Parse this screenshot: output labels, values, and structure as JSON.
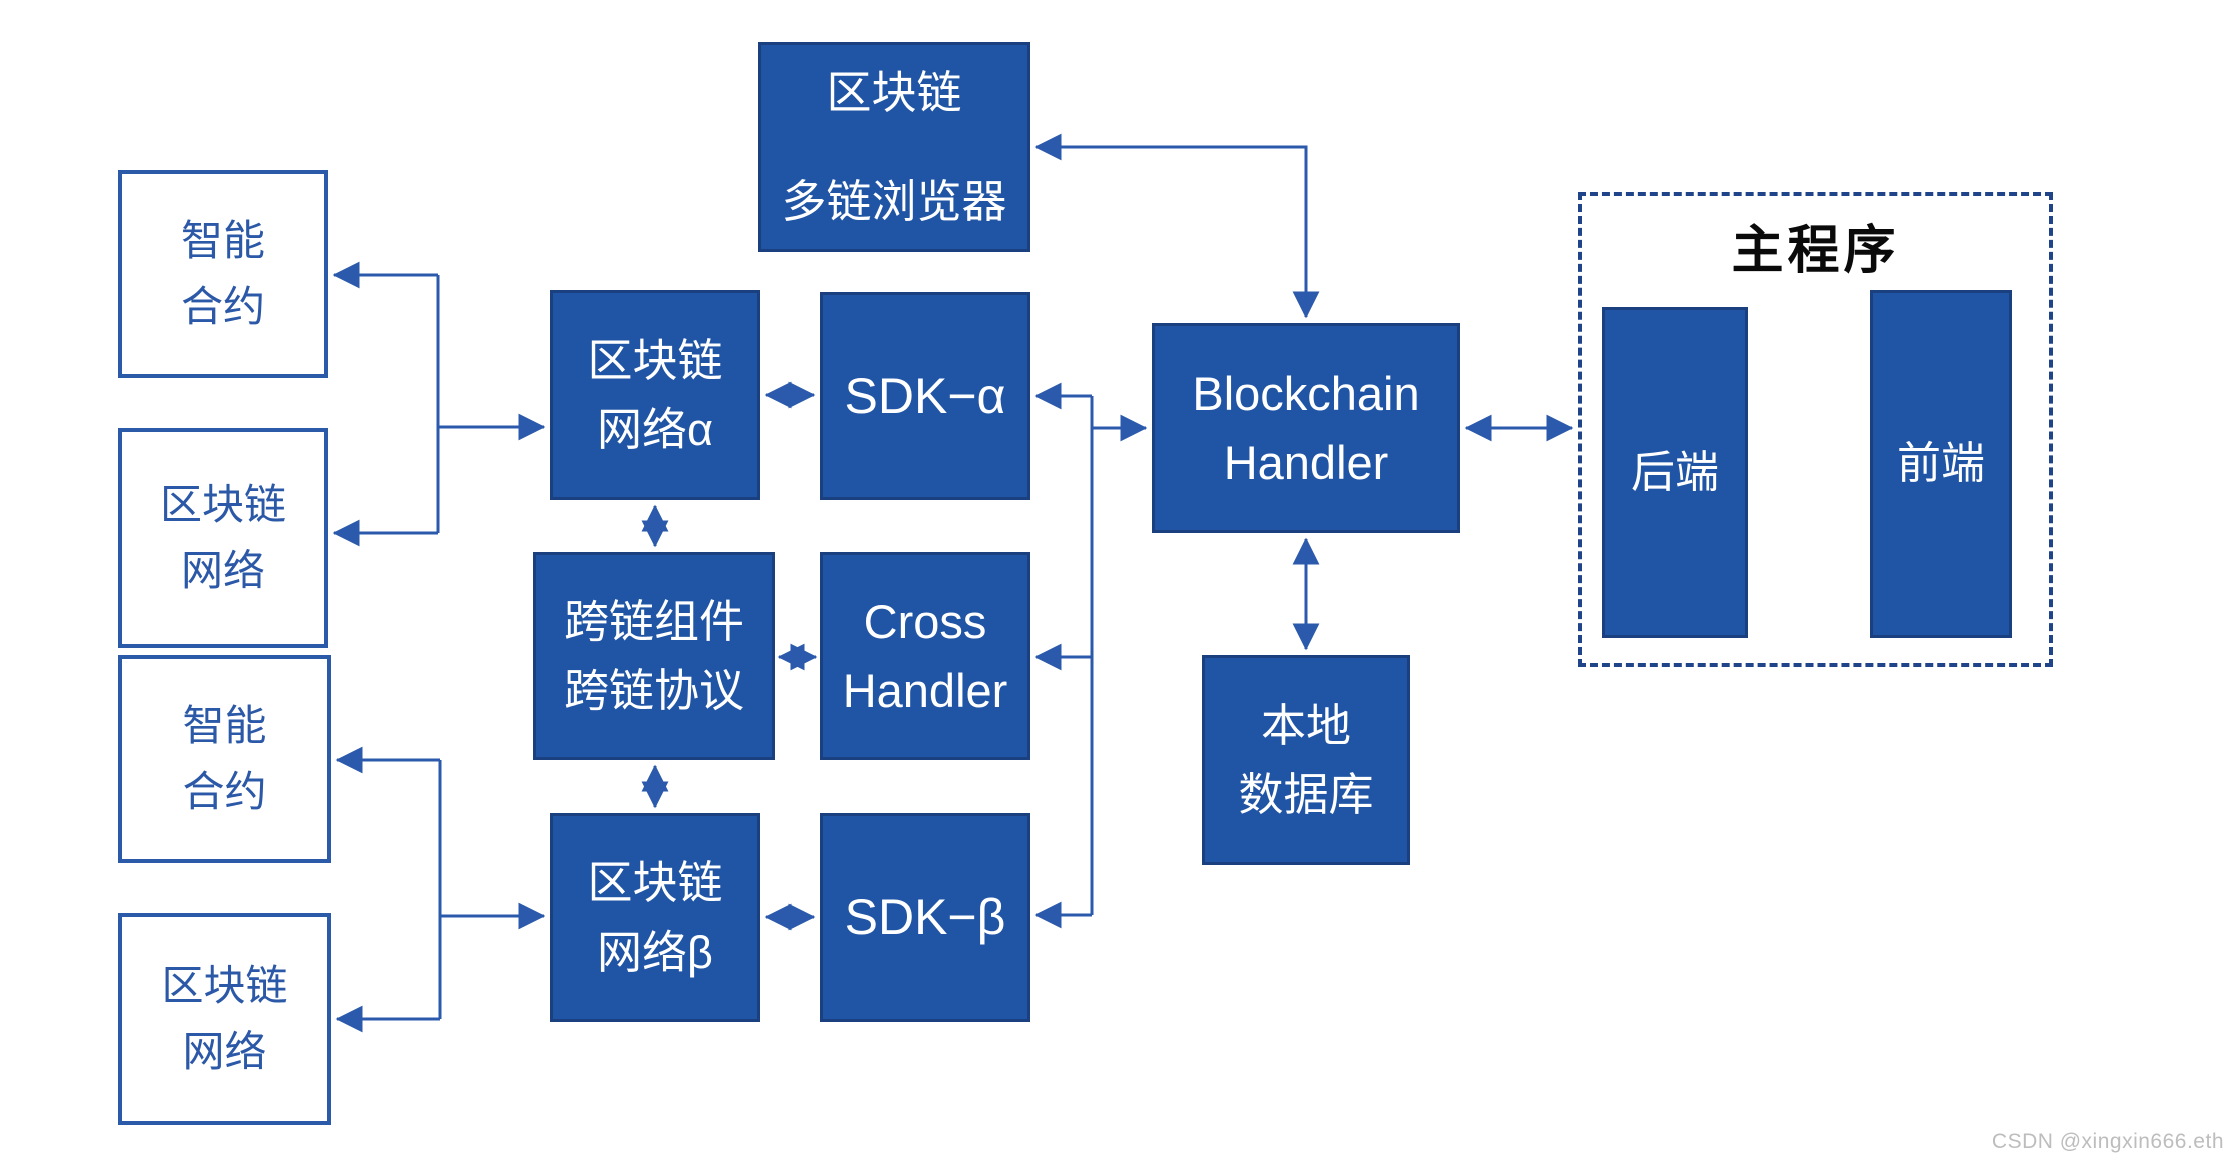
{
  "diagram": {
    "nodes": {
      "multi_chain_browser": {
        "line1": "区块链",
        "line2": "多链浏览器"
      },
      "smart_contract_top": {
        "line1": "智能",
        "line2": "合约"
      },
      "blockchain_network_top": {
        "line1": "区块链",
        "line2": "网络"
      },
      "smart_contract_bottom": {
        "line1": "智能",
        "line2": "合约"
      },
      "blockchain_network_bottom": {
        "line1": "区块链",
        "line2": "网络"
      },
      "network_alpha": {
        "line1": "区块链",
        "line2": "网络α"
      },
      "sdk_alpha": {
        "label": "SDK−α"
      },
      "cross_component": {
        "line1": "跨链组件",
        "line2": "跨链协议"
      },
      "cross_handler": {
        "line1": "Cross",
        "line2": "Handler"
      },
      "network_beta": {
        "line1": "区块链",
        "line2": "网络β"
      },
      "sdk_beta": {
        "label": "SDK−β"
      },
      "blockchain_handler": {
        "line1": "Blockchain",
        "line2": "Handler"
      },
      "local_database": {
        "line1": "本地",
        "line2": "数据库"
      },
      "main_program": {
        "title": "主程序",
        "backend": "后端",
        "frontend": "前端"
      }
    },
    "colors": {
      "blue_box_fill": "#2054A4",
      "blue_box_border": "#1A4080",
      "white_box_border": "#2B5AA8",
      "white_box_text": "#2B58A7",
      "connector_line": "#2B5AAC",
      "dashed_border": "#1F4489",
      "title_text": "#0a0a0a",
      "watermark_text": "#BDBDBD"
    },
    "watermark": "CSDN @xingxin666.eth"
  }
}
